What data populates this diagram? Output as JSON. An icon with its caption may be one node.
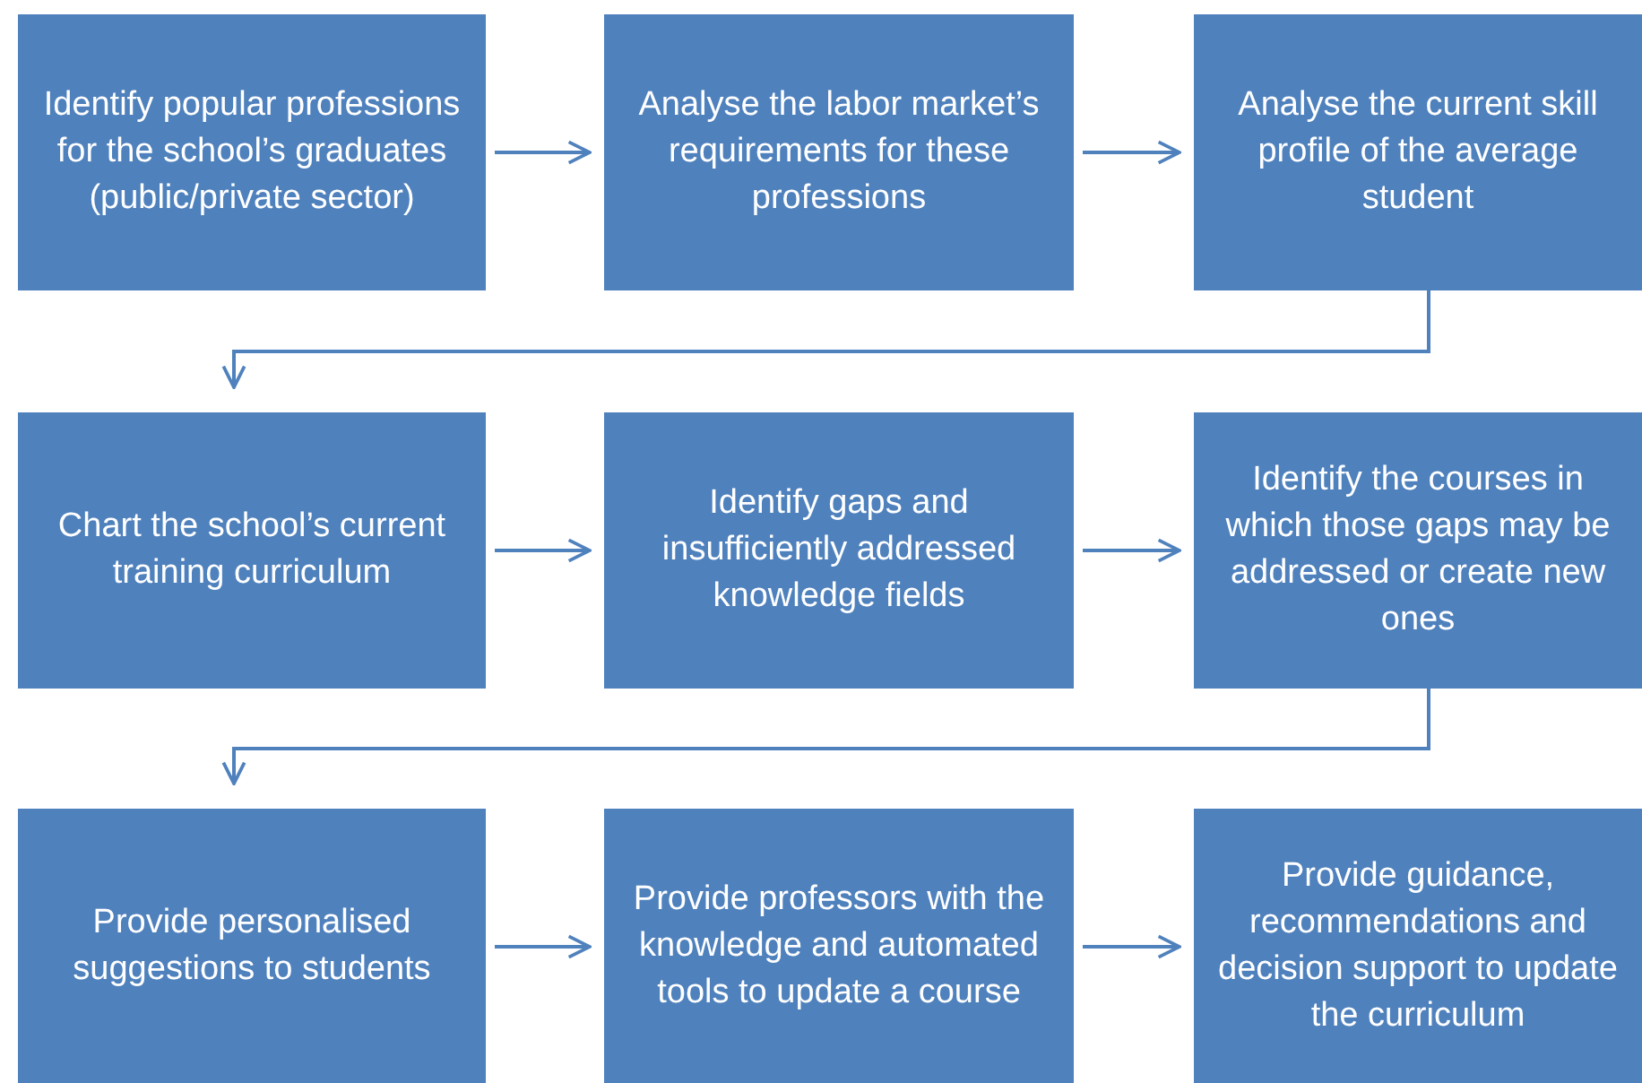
{
  "diagram": {
    "nodes": [
      {
        "text": [
          "Identify popular professions for the school’s graduates (public/private sector)"
        ]
      },
      {
        "text": [
          "Analyse the labor market’s requirements for these professions"
        ]
      },
      {
        "text": [
          "Analyse the current skill profile of the average student"
        ]
      },
      {
        "text": [
          "Chart the school’s current training curriculum"
        ]
      },
      {
        "text": [
          "Identify gaps and insufficiently addressed knowledge fields"
        ]
      },
      {
        "text": [
          "Identify the courses in which those gaps may be addressed or create new ones"
        ]
      },
      {
        "text": [
          "Provide personalised suggestions to students"
        ]
      },
      {
        "text": [
          "Provide professors with the knowledge and automated tools to update a course"
        ]
      },
      {
        "text": [
          "Provide guidance, recommendations and decision support to update the curriculum"
        ]
      }
    ],
    "edges": [
      {
        "from": 0,
        "to": 1,
        "arrow": "to"
      },
      {
        "from": 1,
        "to": 2,
        "arrow": "to"
      },
      {
        "from": 2,
        "to": 3,
        "arrow": "to"
      },
      {
        "from": 3,
        "to": 4,
        "arrow": "to"
      },
      {
        "from": 4,
        "to": 5,
        "arrow": "to"
      },
      {
        "from": 5,
        "to": 6,
        "arrow": "to"
      },
      {
        "from": 6,
        "to": 7,
        "arrow": "to"
      },
      {
        "from": 7,
        "to": 8,
        "arrow": "to"
      }
    ]
  }
}
